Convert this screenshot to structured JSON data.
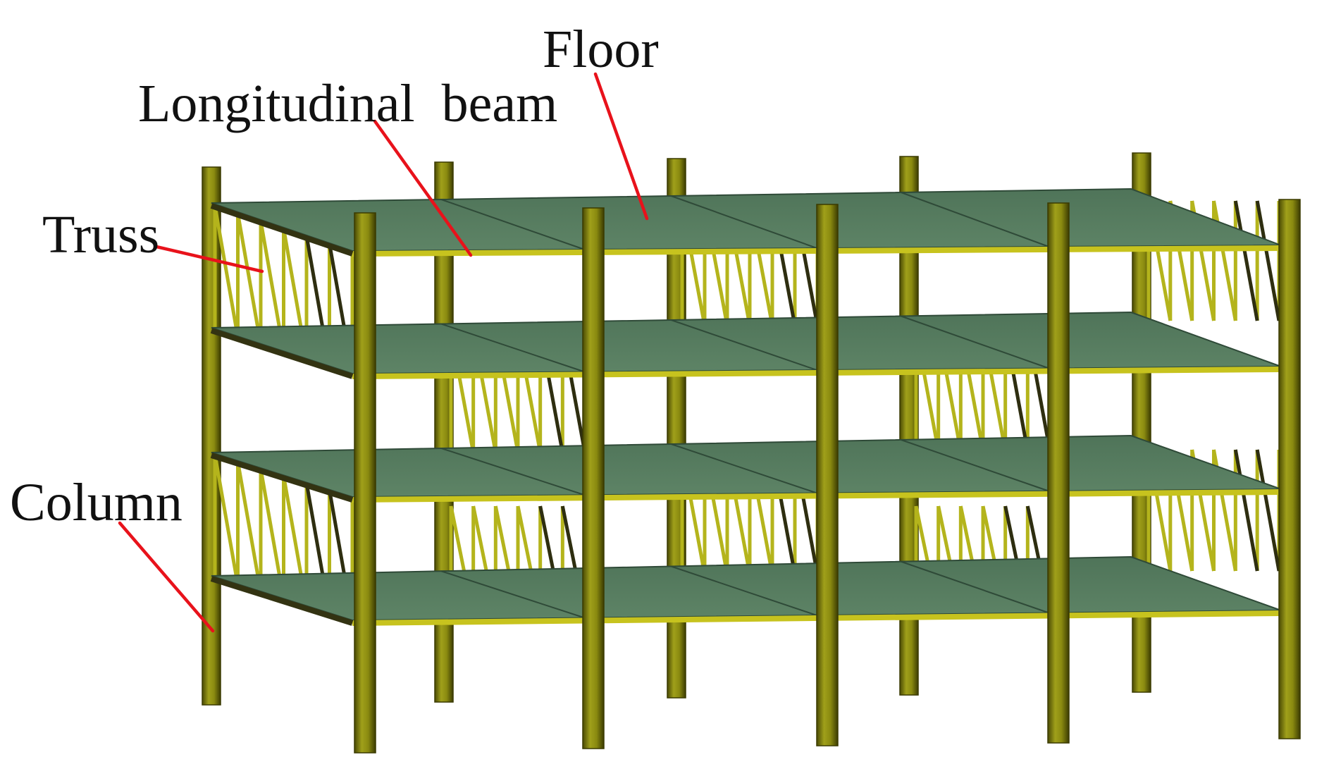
{
  "labels": {
    "floor": "Floor",
    "longitudinal_beam": "Longitudinal  beam",
    "truss": "Truss",
    "column": "Column"
  },
  "colors": {
    "column_fill": "#8a8a10",
    "column_edge": "#3a3a00",
    "truss_member": "#b4b41c",
    "truss_diagonal_dark": "#2e2e10",
    "floor_slab": "#567a5f",
    "floor_slab_edge": "#2f4a38",
    "beam_edge": "#c7c31e",
    "leader_line": "#e8121b",
    "label_text": "#111111"
  },
  "structure": {
    "stories": 4,
    "bays": 4,
    "component_icons": [
      "column-icon",
      "truss-icon",
      "floor-slab-icon",
      "longitudinal-beam-icon"
    ]
  }
}
